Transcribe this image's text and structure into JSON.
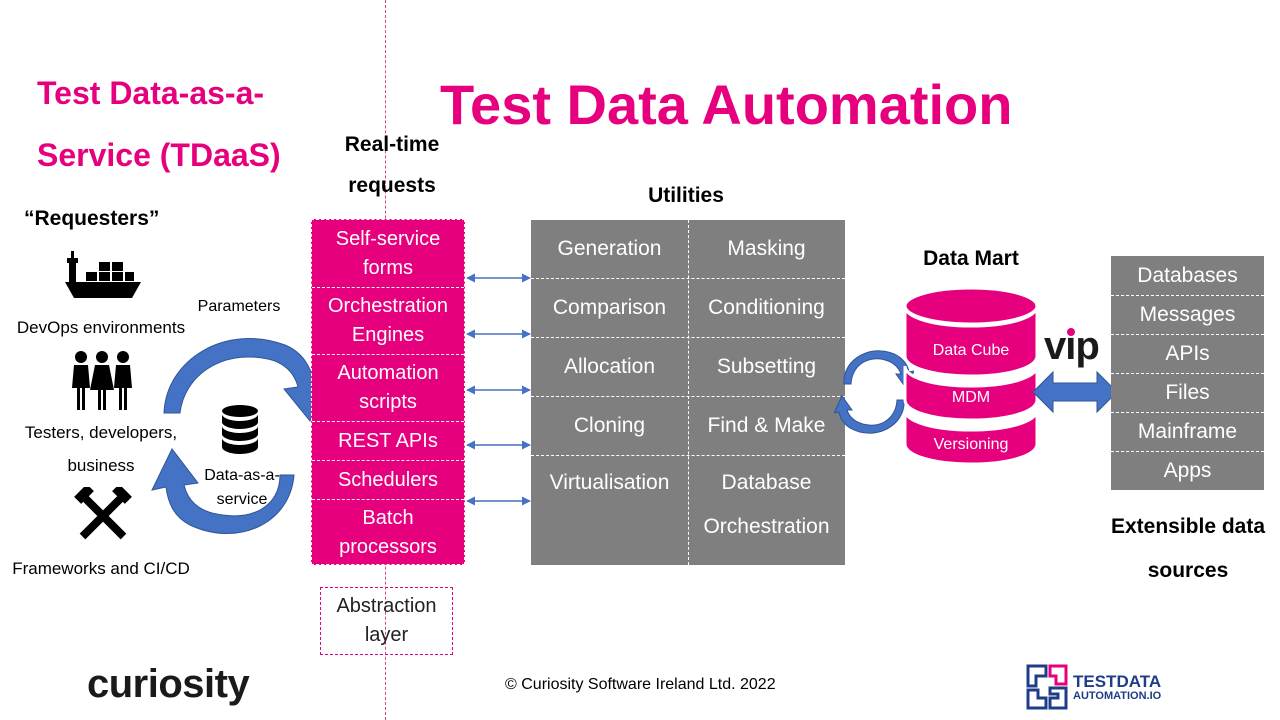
{
  "title": "Test Data Automation",
  "tdaas_title": "Test Data-as-a-Service (TDaaS)",
  "requesters": {
    "title": "“Requesters”",
    "devops": "DevOps environments",
    "testers": "Testers, developers, business",
    "frameworks": "Frameworks and CI/CD"
  },
  "cycle": {
    "parameters": "Parameters",
    "daas": "Data-as-a-service"
  },
  "realtime": {
    "heading": "Real-time requests",
    "items": [
      "Self-service forms",
      "Orchestration Engines",
      "Automation scripts",
      "REST APIs",
      "Schedulers",
      "Batch processors"
    ],
    "abstraction": "Abstraction layer"
  },
  "utilities": {
    "heading": "Utilities",
    "cells": [
      "Generation",
      "Masking",
      "Comparison",
      "Conditioning",
      "Allocation",
      "Subsetting",
      "Cloning",
      "Find & Make",
      "Virtualisation",
      "Database Orchestration"
    ]
  },
  "data_mart": {
    "heading": "Data Mart",
    "layers": [
      "Data Cube",
      "MDM",
      "Versioning"
    ]
  },
  "vip_logo": "vip",
  "sources": {
    "items": [
      "Databases",
      "Messages",
      "APIs",
      "Files",
      "Mainframe",
      "Apps"
    ],
    "caption": "Extensible data sources"
  },
  "footer": {
    "copyright": "© Curiosity Software Ireland Ltd. 2022",
    "curiosity_logo": "curiosity",
    "tda_logo_line1": "TESTDATA",
    "tda_logo_line2": "AUTOMATION.IO"
  },
  "colors": {
    "accent": "#e6007e",
    "grey": "#7f7f7f",
    "arrow_blue": "#4472c4"
  }
}
